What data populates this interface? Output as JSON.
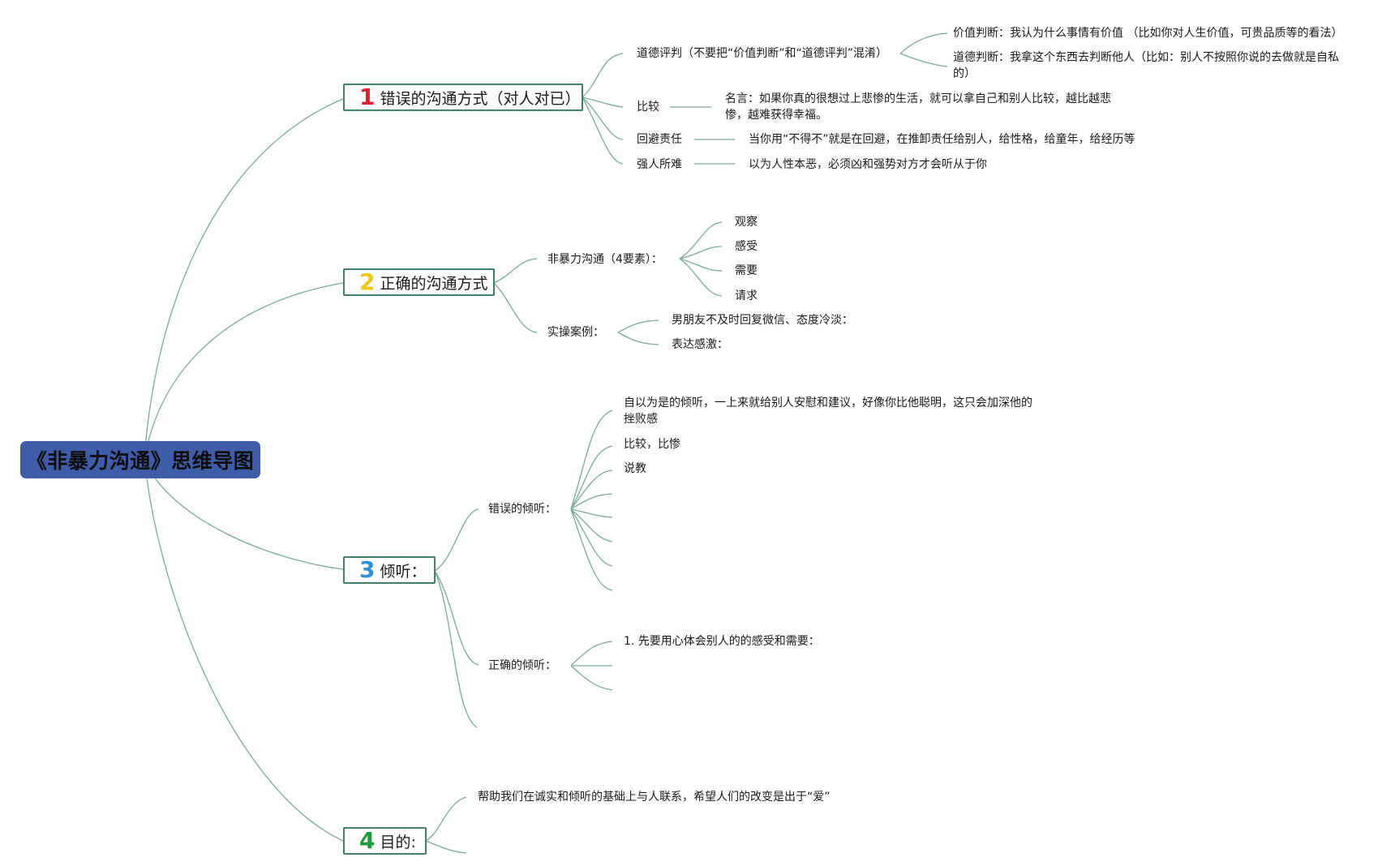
{
  "root": {
    "title": "《非暴力沟通》思维导图"
  },
  "colors": {
    "root_bg": "#3e5ca8",
    "line": "#7aab96",
    "border": "#3f7f66",
    "n1": "#e0202e",
    "n2": "#f2c618",
    "n3": "#2f8fd8",
    "n4": "#1e9a3a"
  },
  "b1": {
    "num": "1",
    "label": "错误的沟通方式（对人对已）",
    "moral": {
      "label": "道德评判（不要把“价值判断”和“道德评判”混淆）",
      "value": "价值判断：我认为什么事情有价值 （比如你对人生价值，可贵品质等的看法）",
      "judge": "道德判断：我拿这个东西去判断他人（比如：别人不按照你说的去做就是自私的）"
    },
    "compare": {
      "label": "比较",
      "note": "名言：如果你真的很想过上悲惨的生活，就可以拿自己和别人比较，越比越悲惨，越难获得幸福。"
    },
    "avoid": {
      "label": "回避责任",
      "note": "当你用“不得不”就是在回避，在推卸责任给别人，给性格，给童年，给经历等"
    },
    "force": {
      "label": "强人所难",
      "note": "以为人性本恶，必须凶和强势对方才会听从于你"
    }
  },
  "b2": {
    "num": "2",
    "label": "正确的沟通方式",
    "nvc": {
      "label": "非暴力沟通（4要素）：",
      "items": [
        "观察",
        "感受",
        "需要",
        "请求"
      ]
    },
    "case": {
      "label": "实操案例：",
      "items": [
        "男朋友不及时回复微信、态度冷淡：",
        "表达感激："
      ]
    }
  },
  "b3": {
    "num": "3",
    "label": "倾听：",
    "wrong": {
      "label": "错误的倾听：",
      "items": [
        "自以为是的倾听，一上来就给别人安慰和建议，好像你比他聪明，这只会加深他的挫败感",
        "比较，比惨",
        "说教"
      ]
    },
    "right": {
      "label": "正确的倾听：",
      "items": [
        "1. 先要用心体会别人的的感受和需要："
      ]
    }
  },
  "b4": {
    "num": "4",
    "label": "目的:",
    "items": [
      "帮助我们在诚实和倾听的基础上与人联系，希望人们的改变是出于“爱”"
    ]
  }
}
